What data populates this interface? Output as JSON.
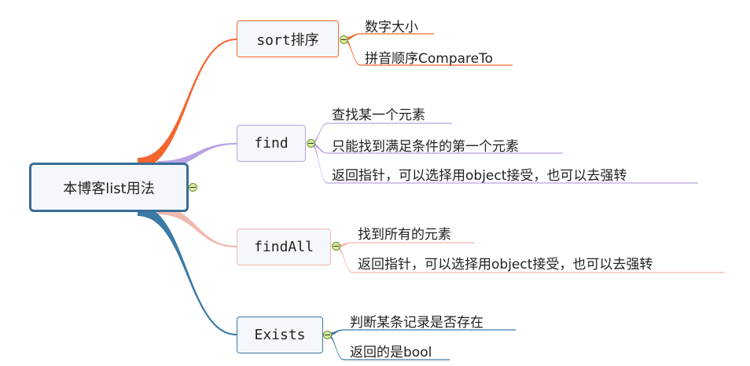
{
  "central": {
    "label": "本博客list用法"
  },
  "branches": [
    {
      "label": "sort排序",
      "color": "#f4652e",
      "items": [
        "数字大小",
        "拼音顺序CompareTo"
      ]
    },
    {
      "label": "find",
      "color": "#b8a2e3",
      "items": [
        "查找某一个元素",
        "只能找到满足条件的第一个元素",
        "返回指针，可以选择用object接受，也可以去强转"
      ]
    },
    {
      "label": "findAll",
      "color": "#f0b8ad",
      "items": [
        "找到所有的元素",
        "返回指针，可以选择用object接受，也可以去强转"
      ]
    },
    {
      "label": "Exists",
      "color": "#3b7aa6",
      "items": [
        "判断某条记录是否存在",
        "返回的是bool"
      ]
    }
  ],
  "icons": {
    "collapse": "collapse-minus-icon"
  }
}
